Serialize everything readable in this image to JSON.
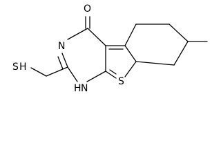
{
  "molecule": {
    "atoms": {
      "o": "O",
      "n3": "N",
      "n1": "N",
      "h1": "H",
      "s_ring": "S",
      "sh_s": "S",
      "sh_h": "H"
    }
  }
}
